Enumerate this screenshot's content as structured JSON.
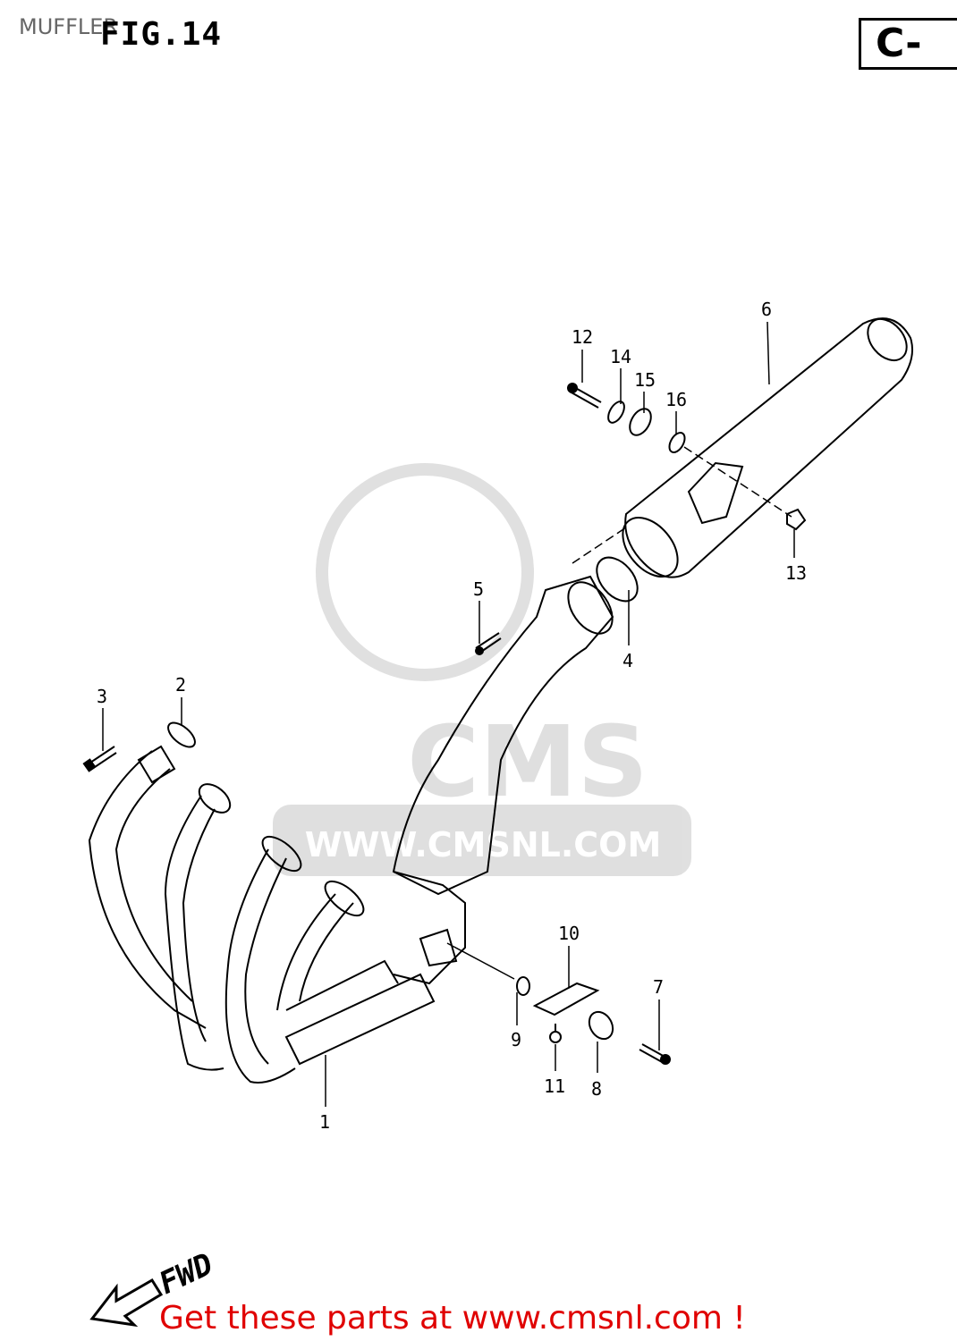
{
  "header": {
    "title": "MUFFLER",
    "figure": "FIG.14",
    "section_code": "C-"
  },
  "diagram": {
    "callouts": [
      "1",
      "2",
      "3",
      "4",
      "5",
      "6",
      "7",
      "8",
      "9",
      "10",
      "11",
      "12",
      "13",
      "14",
      "15",
      "16"
    ],
    "direction_label": "FWD",
    "watermark": {
      "logo_text": "CMS",
      "url_text": "WWW.CMSNL.COM"
    }
  },
  "footer": {
    "link_text": "Get these parts at www.cmsnl.com !",
    "color": "#e00000"
  }
}
